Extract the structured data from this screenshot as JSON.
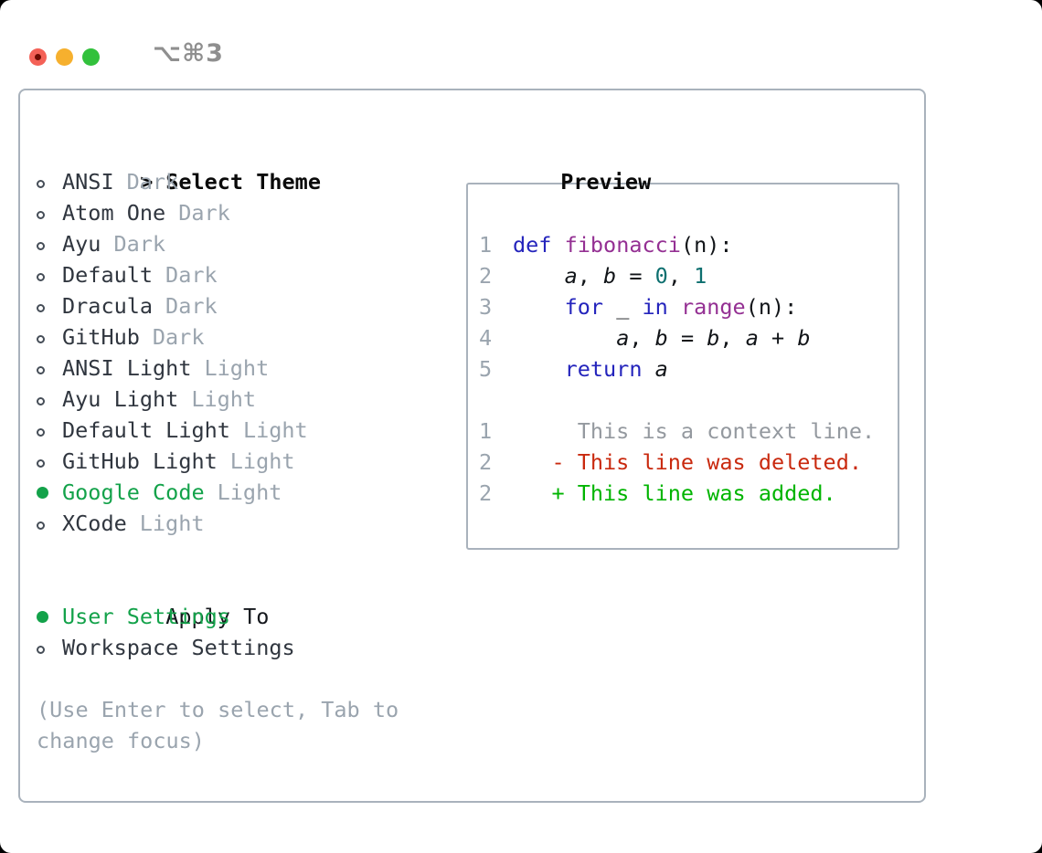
{
  "colors": {
    "text": "#30363f",
    "heading": "#0a0a0a",
    "muted": "#9aa4ae",
    "border": "#a9b2bc",
    "accent-green": "#13a24a",
    "syntax-keyword": "#2424bc",
    "syntax-function": "#943093",
    "syntax-number": "#0d6f6f",
    "syntax-plain": "#111418",
    "diff-context": "#94999f",
    "diff-deleted": "#c9290e",
    "diff-added": "#00b400",
    "tl-red": "#f46157",
    "tl-red-dot": "#6e0b02",
    "tl-yellow": "#f6b02e",
    "tl-green": "#32c13c",
    "title-gray": "#8f8f8f"
  },
  "titlebar": {
    "shortcut": "⌥⌘3"
  },
  "theme_picker": {
    "header": {
      "prefix": ">",
      "label": "Select Theme"
    },
    "items": [
      {
        "name": "ANSI",
        "tag": "Dark",
        "selected": false
      },
      {
        "name": "Atom One",
        "tag": "Dark",
        "selected": false
      },
      {
        "name": "Ayu",
        "tag": "Dark",
        "selected": false
      },
      {
        "name": "Default",
        "tag": "Dark",
        "selected": false
      },
      {
        "name": "Dracula",
        "tag": "Dark",
        "selected": false
      },
      {
        "name": "GitHub",
        "tag": "Dark",
        "selected": false
      },
      {
        "name": "ANSI Light",
        "tag": "Light",
        "selected": false
      },
      {
        "name": "Ayu Light",
        "tag": "Light",
        "selected": false
      },
      {
        "name": "Default Light",
        "tag": "Light",
        "selected": false
      },
      {
        "name": "GitHub Light",
        "tag": "Light",
        "selected": false
      },
      {
        "name": "Google Code",
        "tag": "Light",
        "selected": true
      },
      {
        "name": "XCode",
        "tag": "Light",
        "selected": false
      }
    ],
    "apply_to": {
      "label": "Apply To",
      "options": [
        {
          "name": "User Settings",
          "selected": true
        },
        {
          "name": "Workspace Settings",
          "selected": false
        }
      ]
    },
    "help_text": "(Use Enter to select, Tab to change focus)"
  },
  "preview": {
    "label": "Preview",
    "code_lines": [
      {
        "num": "1",
        "segments": [
          {
            "s": "kw",
            "t": "def"
          },
          {
            "s": "pl",
            "t": " "
          },
          {
            "s": "fn",
            "t": "fibonacci"
          },
          {
            "s": "pl",
            "t": "(n):"
          }
        ]
      },
      {
        "num": "2",
        "segments": [
          {
            "s": "pl",
            "t": "    "
          },
          {
            "s": "var",
            "t": "a"
          },
          {
            "s": "pl",
            "t": ", "
          },
          {
            "s": "var",
            "t": "b"
          },
          {
            "s": "pl",
            "t": " = "
          },
          {
            "s": "num",
            "t": "0"
          },
          {
            "s": "pl",
            "t": ", "
          },
          {
            "s": "num",
            "t": "1"
          }
        ]
      },
      {
        "num": "3",
        "segments": [
          {
            "s": "pl",
            "t": "    "
          },
          {
            "s": "kw",
            "t": "for"
          },
          {
            "s": "pl",
            "t": " _ "
          },
          {
            "s": "kw",
            "t": "in"
          },
          {
            "s": "pl",
            "t": " "
          },
          {
            "s": "fn",
            "t": "range"
          },
          {
            "s": "pl",
            "t": "(n):"
          }
        ]
      },
      {
        "num": "4",
        "segments": [
          {
            "s": "pl",
            "t": "        "
          },
          {
            "s": "var",
            "t": "a"
          },
          {
            "s": "pl",
            "t": ", "
          },
          {
            "s": "var",
            "t": "b"
          },
          {
            "s": "pl",
            "t": " = "
          },
          {
            "s": "var",
            "t": "b"
          },
          {
            "s": "pl",
            "t": ", "
          },
          {
            "s": "var",
            "t": "a"
          },
          {
            "s": "pl",
            "t": " + "
          },
          {
            "s": "var",
            "t": "b"
          }
        ]
      },
      {
        "num": "5",
        "segments": [
          {
            "s": "pl",
            "t": "    "
          },
          {
            "s": "kw",
            "t": "return"
          },
          {
            "s": "pl",
            "t": " "
          },
          {
            "s": "var",
            "t": "a"
          }
        ]
      }
    ],
    "diff_lines": [
      {
        "num": "1",
        "s": "ctx",
        "t": "     This is a context line."
      },
      {
        "num": "2",
        "s": "del",
        "t": "   - This line was deleted."
      },
      {
        "num": "2",
        "s": "add",
        "t": "   + This line was added."
      }
    ]
  }
}
